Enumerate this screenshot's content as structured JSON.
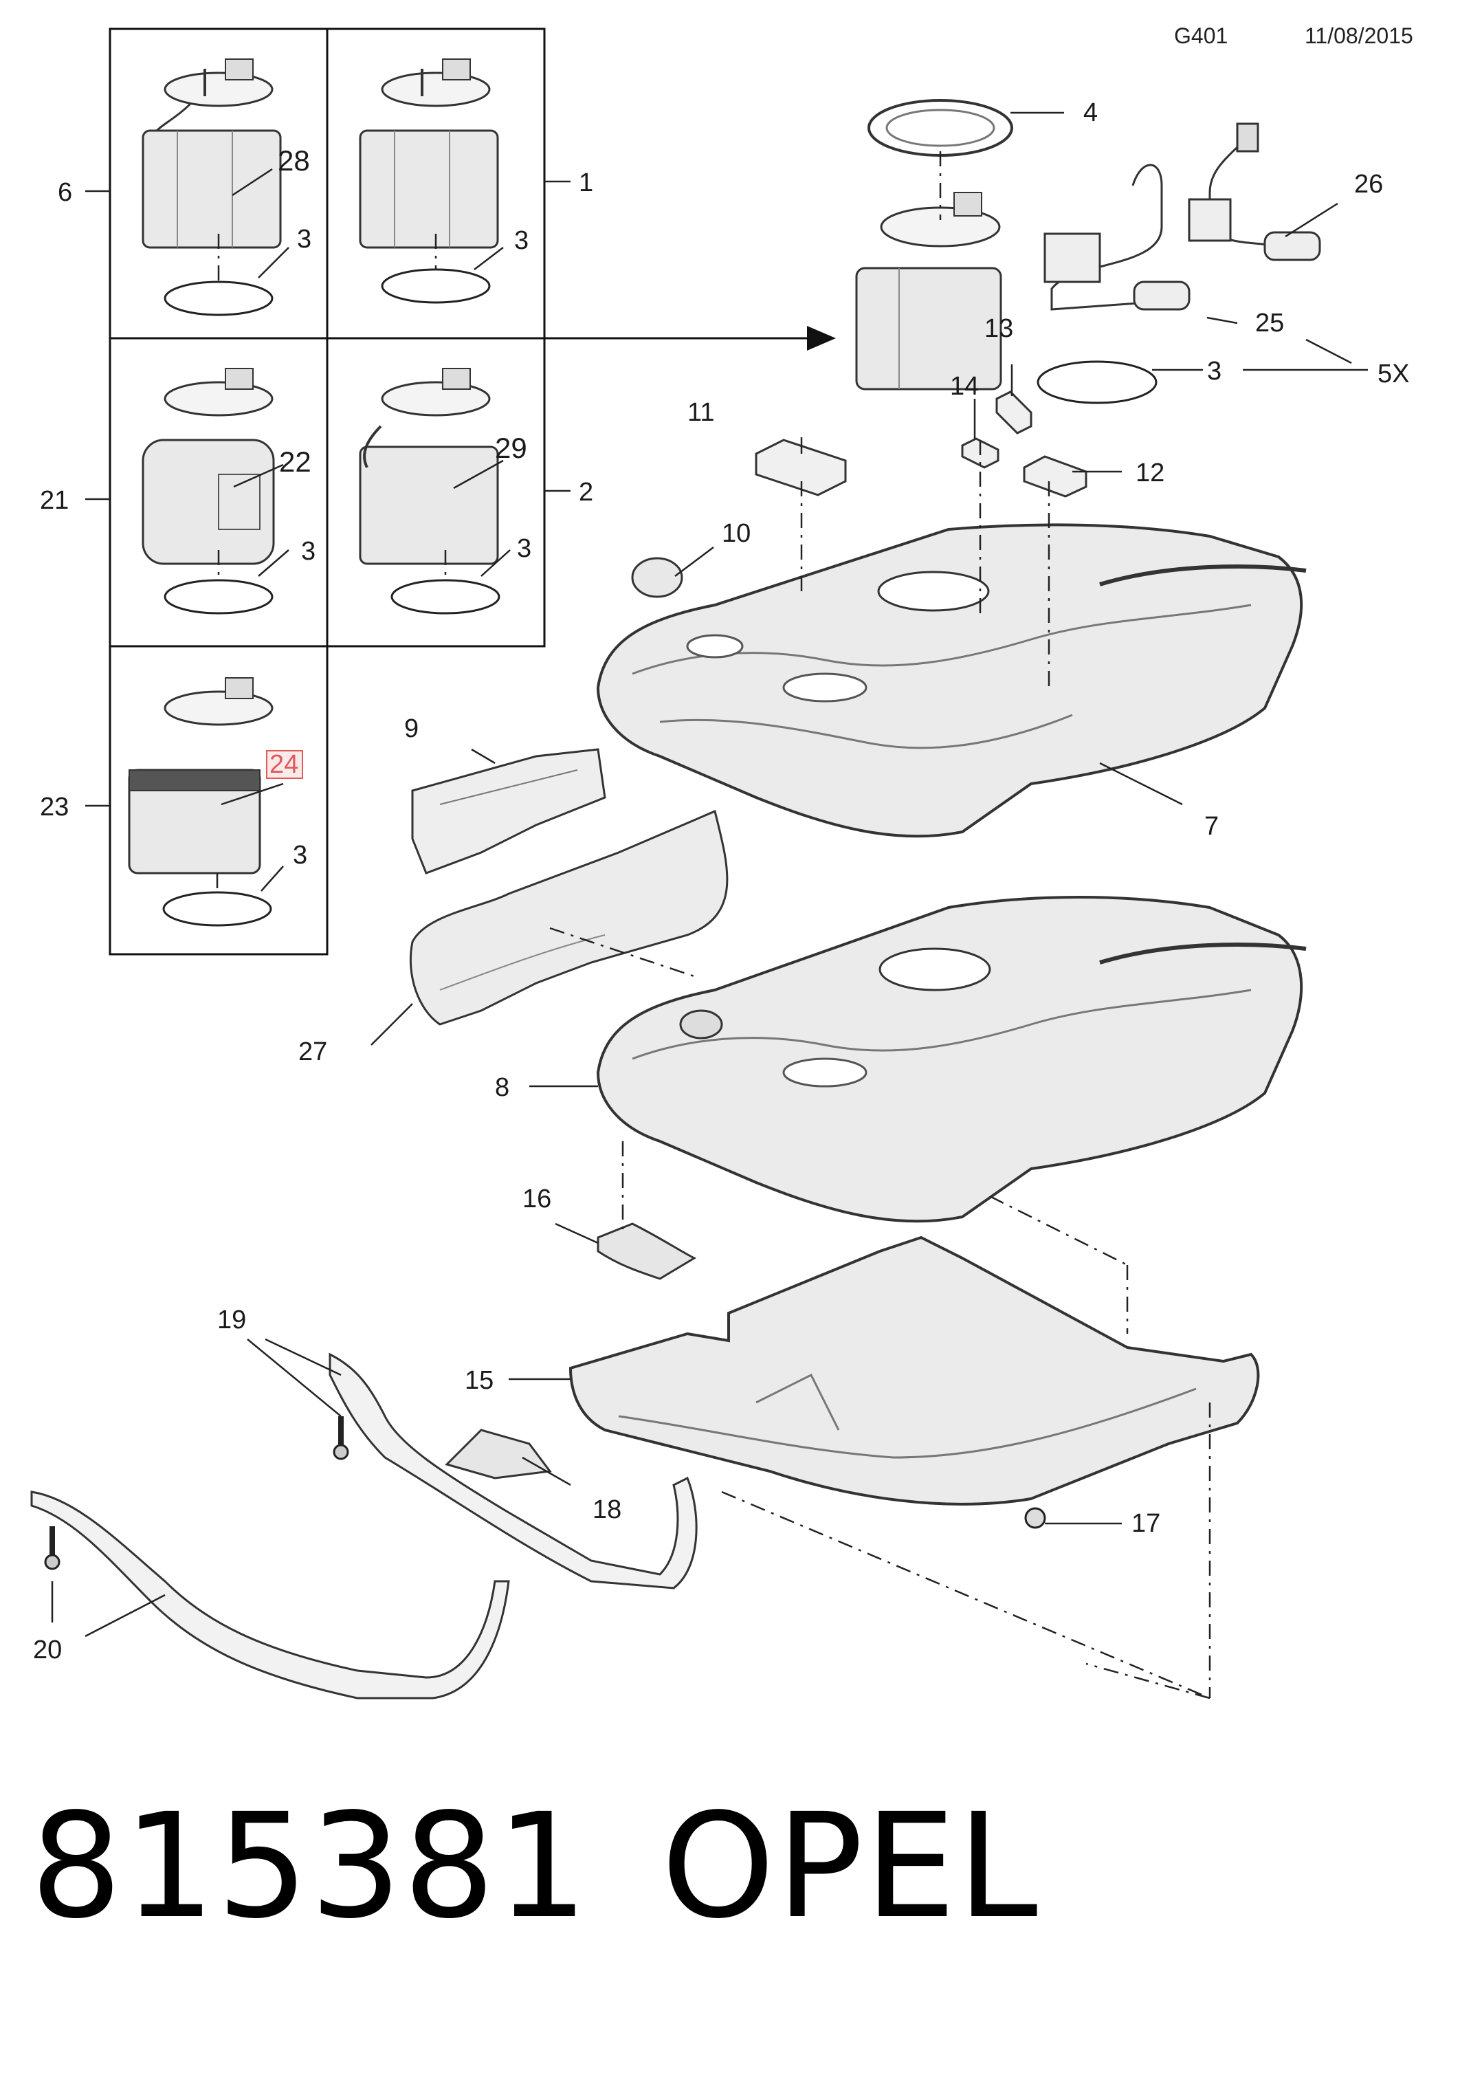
{
  "header": {
    "code": "G401",
    "date": "11/08/2015"
  },
  "footer": {
    "part_number": "815381",
    "brand": "OPEL"
  },
  "callouts": {
    "c1": "1",
    "c2": "2",
    "c3": "3",
    "c4": "4",
    "c5x": "5X",
    "c6": "6",
    "c7": "7",
    "c8": "8",
    "c9": "9",
    "c10": "10",
    "c11": "11",
    "c12": "12",
    "c13": "13",
    "c14": "14",
    "c15": "15",
    "c16": "16",
    "c17": "17",
    "c18": "18",
    "c19": "19",
    "c20": "20",
    "c21": "21",
    "c22": "22",
    "c23": "23",
    "c24": "24",
    "c25": "25",
    "c26": "26",
    "c27": "27",
    "c28": "28",
    "c29": "29"
  },
  "highlight_color": "#e05a5a"
}
